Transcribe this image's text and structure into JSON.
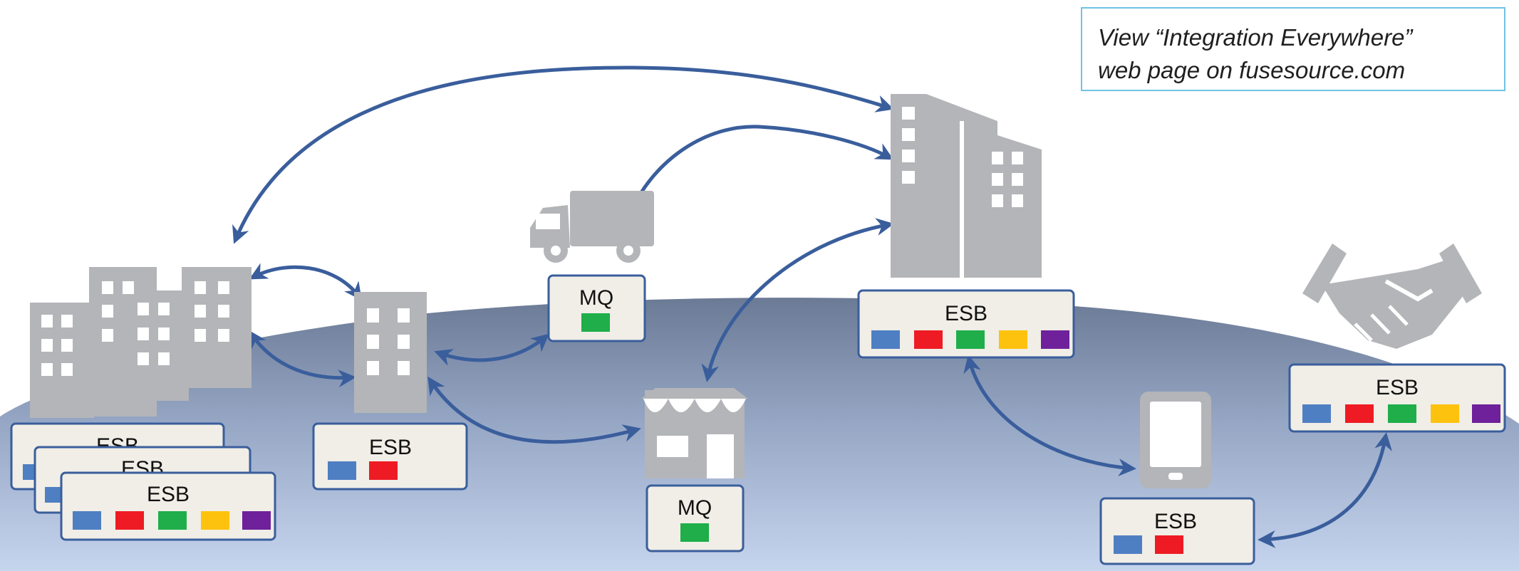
{
  "callout": {
    "line1": "View “Integration Everywhere”",
    "line2": "web page on fusesource.com"
  },
  "colors": {
    "arrow": "#3a5e9c",
    "icon_gray": "#b4b5b8",
    "box_fill": "#f0eee6",
    "box_border": "#3a5e9c",
    "blue": "#4f7fc3",
    "red": "#ee1b24",
    "green": "#1fae4a",
    "yellow": "#fdc20e",
    "purple": "#6e219b"
  },
  "nodes": {
    "esb_stack_1": "ESB",
    "esb_stack_2": "ESB",
    "esb_stack_3": "ESB",
    "esb_building_small": "ESB",
    "mq_truck": "MQ",
    "mq_store": "MQ",
    "esb_hq": "ESB",
    "esb_mobile": "ESB",
    "esb_partner": "ESB"
  },
  "icons": [
    "office-buildings-icon",
    "small-building-icon",
    "truck-icon",
    "skyscraper-icon",
    "store-icon",
    "mobile-phone-icon",
    "handshake-icon"
  ]
}
